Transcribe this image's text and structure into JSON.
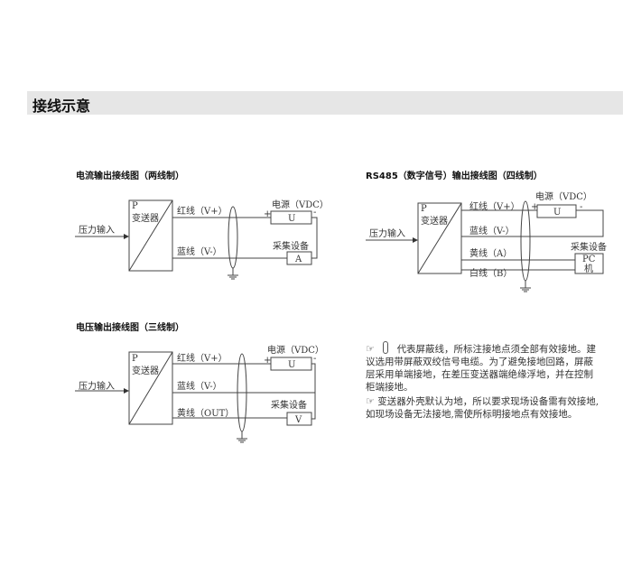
{
  "section_title": "接线示意",
  "diagrams": {
    "current": {
      "title": "电流输出接线图（两线制）",
      "p": "P",
      "transmitter": "变送器",
      "input": "压力输入",
      "red": "红线（V+）",
      "blue": "蓝线（V-）",
      "power": "电源（VDC）",
      "plus": "+",
      "minus": "-",
      "u": "U",
      "collector": "采集设备",
      "meter": "A"
    },
    "rs485": {
      "title": "RS485（数字信号）输出接线图（四线制）",
      "p": "P",
      "transmitter": "变送器",
      "input": "压力输入",
      "red": "红线（V+）",
      "blue": "蓝线（V-）",
      "yellow": "黄线（A）",
      "white": "白线（B）",
      "power": "电源（VDC）",
      "plus": "+",
      "minus": "-",
      "u": "U",
      "collector": "采集设备",
      "pc1": "PC",
      "pc2": "机"
    },
    "voltage": {
      "title": "电压输出接线图（三线制）",
      "p": "P",
      "transmitter": "变送器",
      "input": "压力输入",
      "red": "红线（V+）",
      "blue": "蓝线（V-）",
      "yellow": "黄线（OUT）",
      "power": "电源（VDC）",
      "plus": "+",
      "minus": "-",
      "u": "U",
      "collector": "采集设备",
      "meter": "V"
    }
  },
  "notes": [
    "代表屏蔽线，所标注接地点须全部有效接地。建议选用带屏蔽双绞信号电缆。为了避免接地回路，屏蔽层采用单端接地，在差压变送器端绝缘浮地，并在控制柜端接地。",
    "变送器外壳默认为地，所以要求现场设备需有效接地,如现场设备无法接地,需使所标明接地点有效接地。"
  ],
  "icons": {
    "pointer": "☞"
  }
}
